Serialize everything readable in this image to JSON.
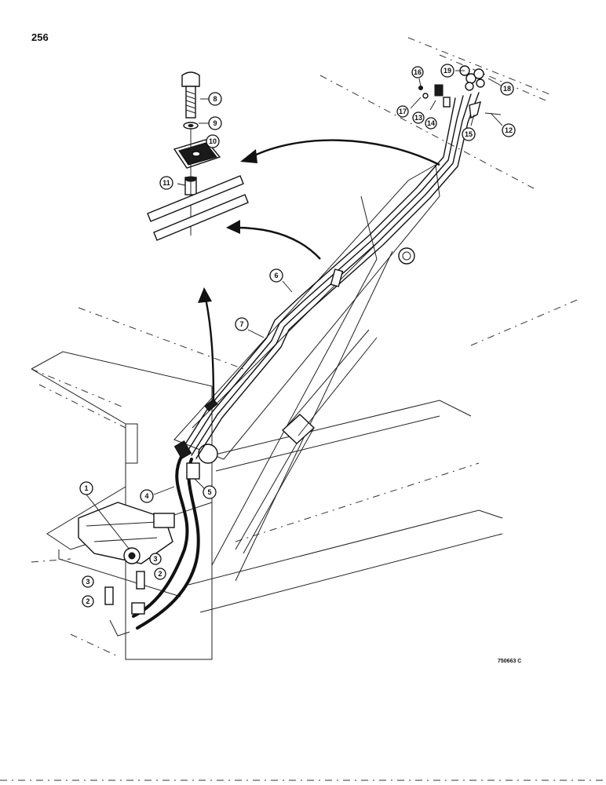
{
  "page": {
    "number": "256",
    "figure_code": "750663 C"
  },
  "callouts": [
    {
      "id": "c1",
      "label": "1"
    },
    {
      "id": "c2a",
      "label": "2"
    },
    {
      "id": "c2b",
      "label": "2"
    },
    {
      "id": "c3a",
      "label": "3"
    },
    {
      "id": "c3b",
      "label": "3"
    },
    {
      "id": "c4",
      "label": "4"
    },
    {
      "id": "c5",
      "label": "5"
    },
    {
      "id": "c6",
      "label": "6"
    },
    {
      "id": "c7",
      "label": "7"
    },
    {
      "id": "c8",
      "label": "8"
    },
    {
      "id": "c9",
      "label": "9"
    },
    {
      "id": "c10",
      "label": "10"
    },
    {
      "id": "c11",
      "label": "11"
    },
    {
      "id": "c12",
      "label": "12"
    },
    {
      "id": "c13",
      "label": "13"
    },
    {
      "id": "c14",
      "label": "14"
    },
    {
      "id": "c15",
      "label": "15"
    },
    {
      "id": "c16",
      "label": "16"
    },
    {
      "id": "c17",
      "label": "17"
    },
    {
      "id": "c18",
      "label": "18"
    },
    {
      "id": "c19",
      "label": "19"
    }
  ]
}
